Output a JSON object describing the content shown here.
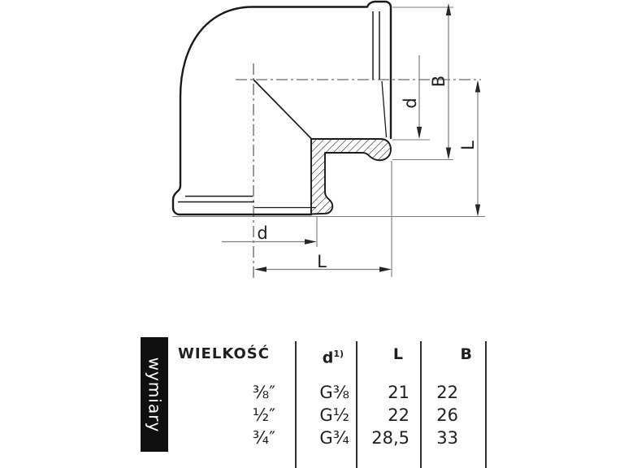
{
  "drawing": {
    "labels": {
      "d_right": "d",
      "B_right": "B",
      "L_right": "L",
      "d_bottom": "d",
      "L_bottom": "L"
    }
  },
  "table": {
    "side_label": "wymiary",
    "headers": {
      "size": "WIELKOŚĆ",
      "d_base": "d",
      "d_sup": "1)",
      "L": "L",
      "B": "B"
    },
    "rows": [
      {
        "size": "⅜″",
        "d": "G⅜",
        "L": "21",
        "B": "22"
      },
      {
        "size": "½″",
        "d": "G½",
        "L": "22",
        "B": "26"
      },
      {
        "size": "¾″",
        "d": "G¾",
        "L": "28,5",
        "B": "33"
      }
    ]
  },
  "colors": {
    "outline": "#1a1a1a",
    "dimension_line": "#7d7d7d",
    "arrow": "#262626",
    "centerline": "#4a4a4a",
    "bar_background": "#0f0f0f",
    "bar_text": "#ffffff",
    "table_line": "#2e2e2e",
    "text": "#1f1f1f"
  }
}
